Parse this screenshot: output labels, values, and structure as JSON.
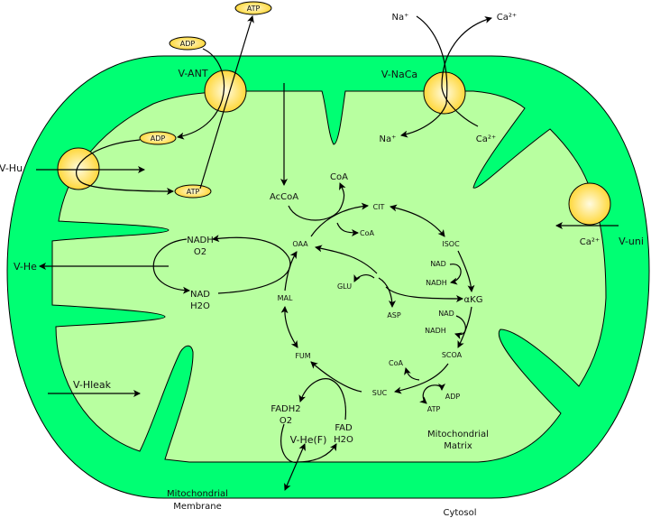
{
  "colors": {
    "outer_membrane": "#00FF73",
    "matrix": "#B8FFA0",
    "transporter": "#FFD42A"
  },
  "transporters": {
    "ant": "V-ANT",
    "hu": "V-Hu",
    "naca": "V-NaCa",
    "uni": "V-uni",
    "he": "V-He",
    "hleak": "V-Hleak",
    "hef": "V-He(F)"
  },
  "ions": {
    "na_out": "Na⁺",
    "ca_out": "Ca²⁺",
    "na_in": "Na⁺",
    "ca_in": "Ca²⁺",
    "ca_uni": "Ca²⁺"
  },
  "pills": {
    "atp_top": "ATP",
    "adp_top": "ADP",
    "adp_in": "ADP",
    "atp_in": "ATP"
  },
  "metabolites": {
    "accoa": "AcCoA",
    "coa1": "CoA",
    "coa2": "CoA",
    "cit": "CIT",
    "isoc": "ISOC",
    "nad1": "NAD",
    "nadh1": "NADH",
    "akg": "αKG",
    "nad2": "NAD",
    "nadh2": "NADH",
    "scoa": "SCOA",
    "coa3": "CoA",
    "adp": "ADP",
    "atp": "ATP",
    "suc": "SUC",
    "fum": "FUM",
    "mal": "MAL",
    "oaa": "OAA",
    "glu": "GLU",
    "asp": "ASP"
  },
  "etc": {
    "nadh": "NADH",
    "o2a": "O2",
    "nad": "NAD",
    "h2oa": "H2O",
    "fadh2": "FADH2",
    "o2b": "O2",
    "fad": "FAD",
    "h2ob": "H2O"
  },
  "regions": {
    "membrane1": "Mitochondrial",
    "membrane2": "Membrane",
    "matrix1": "Mitochondrial",
    "matrix2": "Matrix",
    "cytosol": "Cytosol"
  }
}
